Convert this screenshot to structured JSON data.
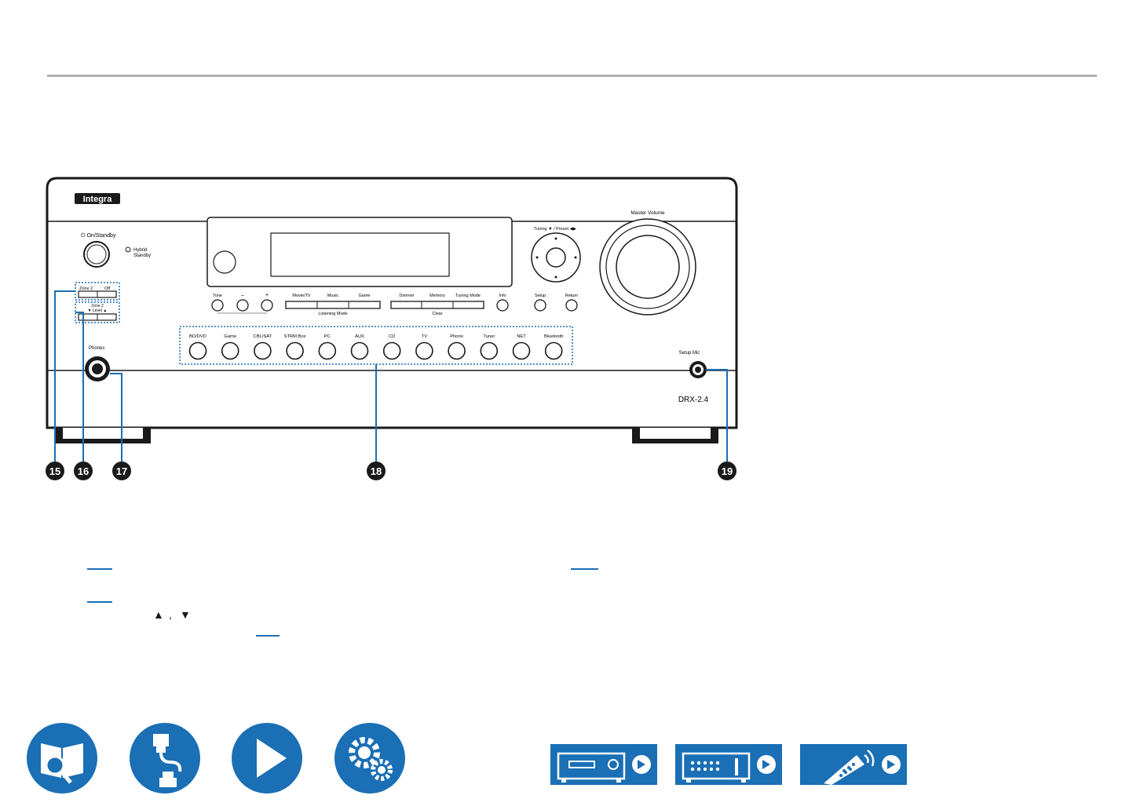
{
  "device": {
    "brand": "Integra",
    "model": "DRX-2.4",
    "power_label": "⏻ On/Standby",
    "hybrid_standby_label": [
      "Hybrid",
      "Standby"
    ],
    "zone2_labels": {
      "zone": "Zone 2",
      "off": "Off"
    },
    "zone2_level_labels": {
      "zone": "Zone 2",
      "level": "▼ Level ▲"
    },
    "phones_label": "Phones",
    "setup_mic_label": "Setup Mic",
    "master_volume_label": "Master Volume",
    "tuning_label": "Tuning ▼ / Preset ◀▶",
    "tone_labels": [
      "Tone",
      "–",
      "+"
    ],
    "listening_mode_buttons": [
      "Movie/TV",
      "Music",
      "Game"
    ],
    "listening_mode_caption": "Listening Mode",
    "clear_buttons": [
      "Dimmer",
      "Memory",
      "Tuning Mode"
    ],
    "clear_caption": "Clear",
    "info_label": "Info",
    "setup_label": "Setup",
    "return_label": "Return",
    "input_selectors": [
      "BD/DVD",
      "Game",
      "CBL/SAT",
      "STRM Box",
      "PC",
      "AUX",
      "CD",
      "TV",
      "Phono",
      "Tuner",
      "NET",
      "Bluetooth"
    ]
  },
  "callouts": [
    "15",
    "16",
    "17",
    "18",
    "19"
  ],
  "body_text": {
    "arrow_up": "▲",
    "separator": ", ",
    "arrow_down": "▼"
  },
  "colors": {
    "accent": "#1a6fb5",
    "panel": "#1a1a1a",
    "rule": "#b0b0b0"
  },
  "bottom_nav": {
    "circles": [
      "contents-icon",
      "connections-icon",
      "playback-icon",
      "setup-icon"
    ],
    "boxes": [
      "front-panel-icon",
      "rear-panel-icon",
      "remote-icon"
    ]
  }
}
